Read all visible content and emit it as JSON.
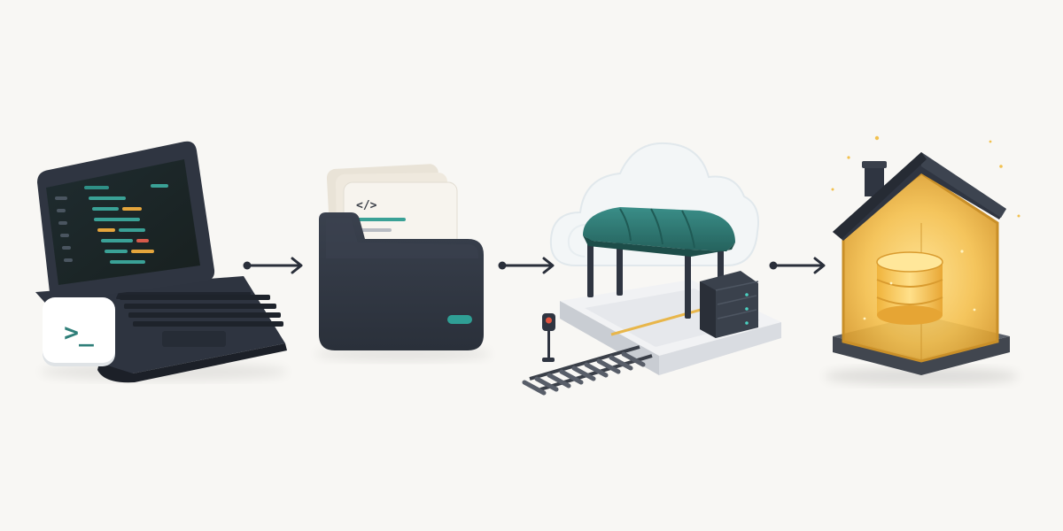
{
  "diagram": {
    "steps": [
      {
        "id": "laptop",
        "icon": "laptop-terminal-icon"
      },
      {
        "id": "folder",
        "icon": "code-folder-icon"
      },
      {
        "id": "station",
        "icon": "cloud-station-icon"
      },
      {
        "id": "house",
        "icon": "database-house-icon"
      }
    ],
    "connectors": [
      {
        "from": "laptop",
        "to": "folder"
      },
      {
        "from": "folder",
        "to": "station"
      },
      {
        "from": "station",
        "to": "house"
      }
    ],
    "glyphs": {
      "terminal_prompt": ">_",
      "code_tag": "</>"
    }
  },
  "colors": {
    "background": "#f8f7f4",
    "dark": "#2f3541",
    "teal": "#2f7f79",
    "amber": "#f2b84b",
    "glow": "#ffd56a",
    "arrow": "#2a2f3a"
  }
}
